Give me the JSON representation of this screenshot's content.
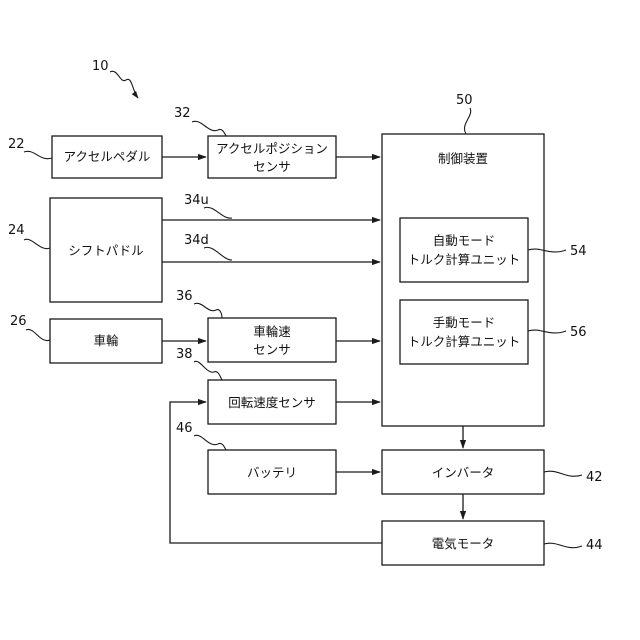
{
  "figure_ref": "10",
  "blocks": {
    "accel_pedal": {
      "ref": "22",
      "label": "アクセルペダル"
    },
    "accel_sensor": {
      "ref": "32",
      "line1": "アクセルポジション",
      "line2": "センサ"
    },
    "shift_paddle": {
      "ref": "24",
      "label": "シフトパドル"
    },
    "wheel": {
      "ref": "26",
      "label": "車輪"
    },
    "wheel_speed_sensor": {
      "ref": "36",
      "line1": "車輪速",
      "line2": "センサ"
    },
    "rotation_sensor": {
      "ref": "38",
      "label": "回転速度センサ"
    },
    "battery": {
      "ref": "46",
      "label": "バッテリ"
    },
    "controller": {
      "ref": "50",
      "label": "制御装置"
    },
    "auto_mode_unit": {
      "ref": "54",
      "line1": "自動モード",
      "line2": "トルク計算ユニット"
    },
    "manual_mode_unit": {
      "ref": "56",
      "line1": "手動モード",
      "line2": "トルク計算ユニット"
    },
    "inverter": {
      "ref": "42",
      "label": "インバータ"
    },
    "motor": {
      "ref": "44",
      "label": "電気モータ"
    }
  },
  "signals": {
    "upshift": "34u",
    "downshift": "34d"
  },
  "colors": {
    "line": "#1a1a1a",
    "text": "#111111",
    "background": "#ffffff"
  }
}
